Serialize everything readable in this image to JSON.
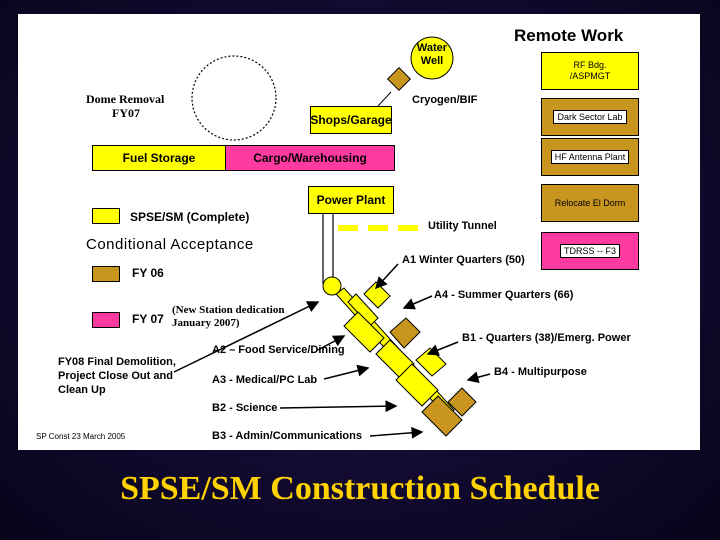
{
  "slide_title": "SPSE/SM Construction Schedule",
  "colors": {
    "complete": "#ffff00",
    "fy06": "#c8961e",
    "fy07": "#ff3aa0",
    "title": "#ffd200",
    "background": "#1a0f45"
  },
  "remote_work": {
    "heading": "Remote Work",
    "items": [
      {
        "label": "RF Bdg. /ASPMGT",
        "color": "yellow"
      },
      {
        "label": "Dark Sector Lab",
        "color": "gold"
      },
      {
        "label": "HF Antenna Plant",
        "color": "gold"
      },
      {
        "label": "Relocate El Dorm",
        "color": "gold"
      },
      {
        "label": "TDRSS -- F3",
        "color": "pink"
      }
    ]
  },
  "labels": {
    "water_well": "Water Well",
    "cryogen": "Cryogen/BIF",
    "dome_removal_line1": "Dome Removal",
    "dome_removal_line2": "FY07",
    "shops_garage": "Shops/Garage",
    "fuel_storage": "Fuel Storage",
    "cargo_warehousing": "Cargo/Warehousing",
    "power_plant": "Power Plant",
    "utility_tunnel": "Utility Tunnel",
    "a1": "A1 Winter Quarters (50)",
    "a4": "A4 - Summer Quarters (66)",
    "b1": "B1 - Quarters (38)/Emerg. Power",
    "b4": "B4 - Multipurpose",
    "a2": "A2 – Food Service/Dining",
    "a3": "A3 - Medical/PC Lab",
    "b2": "B2 - Science",
    "b3": "B3 - Admin/Communications",
    "fy08_line1": "FY08 Final Demolition,",
    "fy08_line2": "Project Close Out and",
    "fy08_line3": "Clean Up",
    "sp_const": "SP Const 23 March 2005"
  },
  "legend": {
    "complete": "SPSE/SM  (Complete)",
    "conditional": "Conditional Acceptance",
    "fy06": "FY 06",
    "fy07": "FY 07",
    "dedication_line1": "(New Station dedication",
    "dedication_line2": "January 2007)"
  }
}
